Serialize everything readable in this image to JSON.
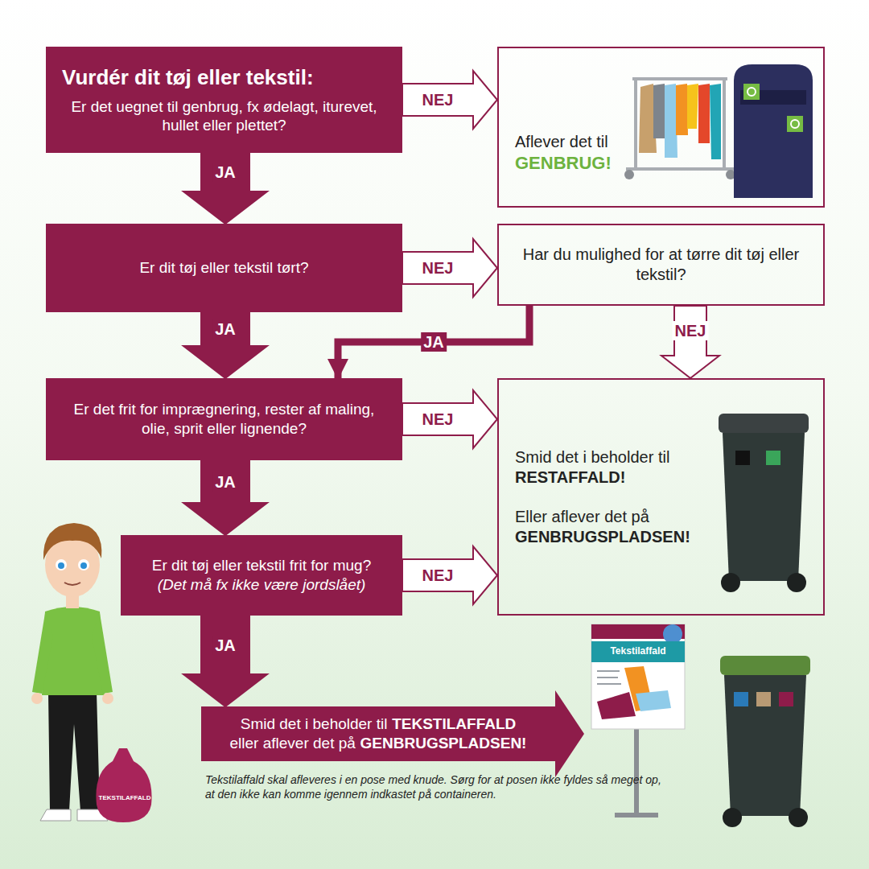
{
  "diagram": {
    "nodes": [
      {
        "text": [
          "Vurdér dit tøj eller tekstil:",
          "Er det uegnet til genbrug, fx ødelagt, iturevet, hullet eller plettet?"
        ]
      },
      {
        "text": [
          "Aflever det til",
          "GENBRUG!"
        ]
      },
      {
        "text": [
          "Er dit tøj eller tekstil tørt?"
        ]
      },
      {
        "text": [
          "Har du mulighed for at tørre dit tøj eller tekstil?"
        ]
      },
      {
        "text": [
          "Er det frit for imprægnering, rester af maling, olie, sprit eller lignende?"
        ]
      },
      {
        "text": [
          "Smid det i beholder til",
          "RESTAFFALD!",
          "Eller aflever det på",
          "GENBRUGSPLADSEN!"
        ]
      },
      {
        "text": [
          "Er dit tøj eller tekstil frit for mug?",
          "(Det må fx ikke være jordslået)"
        ]
      },
      {
        "text": [
          "Smid det i beholder til",
          "TEKSTILAFFALD",
          "eller aflever det på",
          "GENBRUGSPLADSEN!"
        ]
      }
    ],
    "edges": [
      {
        "from": 0,
        "to": 1,
        "label": "NEJ",
        "arrow": "to"
      },
      {
        "from": 0,
        "to": 2,
        "label": "JA",
        "arrow": "to"
      },
      {
        "from": 2,
        "to": 3,
        "label": "NEJ",
        "arrow": "to"
      },
      {
        "from": 2,
        "to": 4,
        "label": "JA",
        "arrow": "to"
      },
      {
        "from": 3,
        "to": 4,
        "label": "JA",
        "arrow": "to"
      },
      {
        "from": 3,
        "to": 5,
        "label": "NEJ",
        "arrow": "to"
      },
      {
        "from": 4,
        "to": 5,
        "label": "NEJ",
        "arrow": "to"
      },
      {
        "from": 4,
        "to": 6,
        "label": "JA",
        "arrow": "to"
      },
      {
        "from": 6,
        "to": 5,
        "label": "NEJ",
        "arrow": "to"
      },
      {
        "from": 6,
        "to": 7,
        "label": "JA",
        "arrow": "to"
      }
    ],
    "labels": [
      "Tekstilaffald",
      "Tekstilaffald skal afleveres i en pose med knude. Sørg for at posen ikke fyldes så meget op, at den ikke kan komme igennem indkastet på containeren.",
      "TEKSTILAFFALD"
    ]
  }
}
